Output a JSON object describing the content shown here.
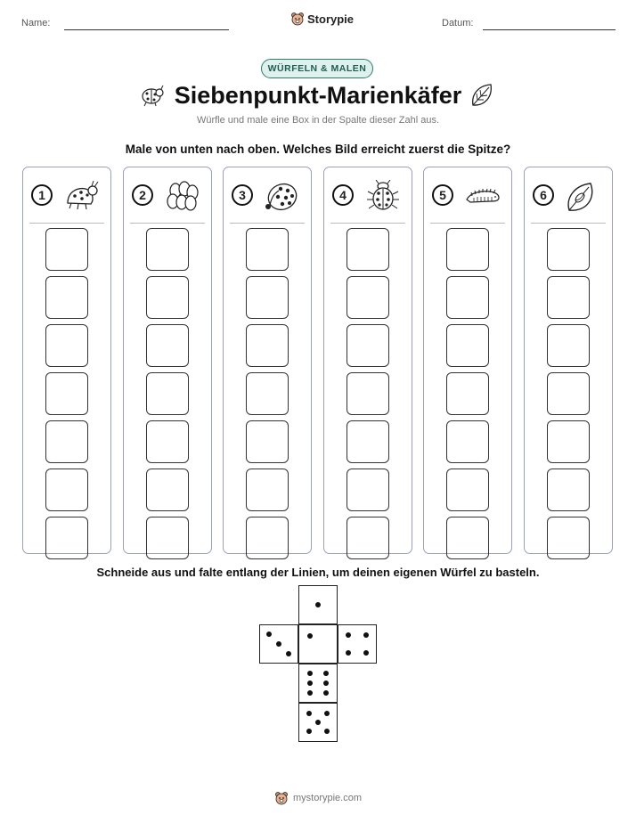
{
  "header": {
    "name_label": "Name:",
    "date_label": "Datum:",
    "brand": "Storypie"
  },
  "badge": "WÜRFELN & MALEN",
  "title": "Siebenpunkt-Marienkäfer",
  "subtitle": "Würfle und male eine Box in der Spalte dieser Zahl aus.",
  "instruction": "Male von unten nach oben. Welches Bild erreicht zuerst die Spitze?",
  "columns": [
    {
      "number": "1",
      "icon": "ladybug-side-icon"
    },
    {
      "number": "2",
      "icon": "eggs-icon"
    },
    {
      "number": "3",
      "icon": "ladybug-shell-icon"
    },
    {
      "number": "4",
      "icon": "ladybug-top-icon"
    },
    {
      "number": "5",
      "icon": "larva-icon"
    },
    {
      "number": "6",
      "icon": "leaf-icon"
    }
  ],
  "boxes_per_column": 7,
  "dice_instruction": "Schneide aus und falte entlang der Linien, um deinen eigenen Würfel zu basteln.",
  "dice_faces": [
    1,
    3,
    1,
    4,
    6,
    5
  ],
  "footer": "mystorypie.com"
}
